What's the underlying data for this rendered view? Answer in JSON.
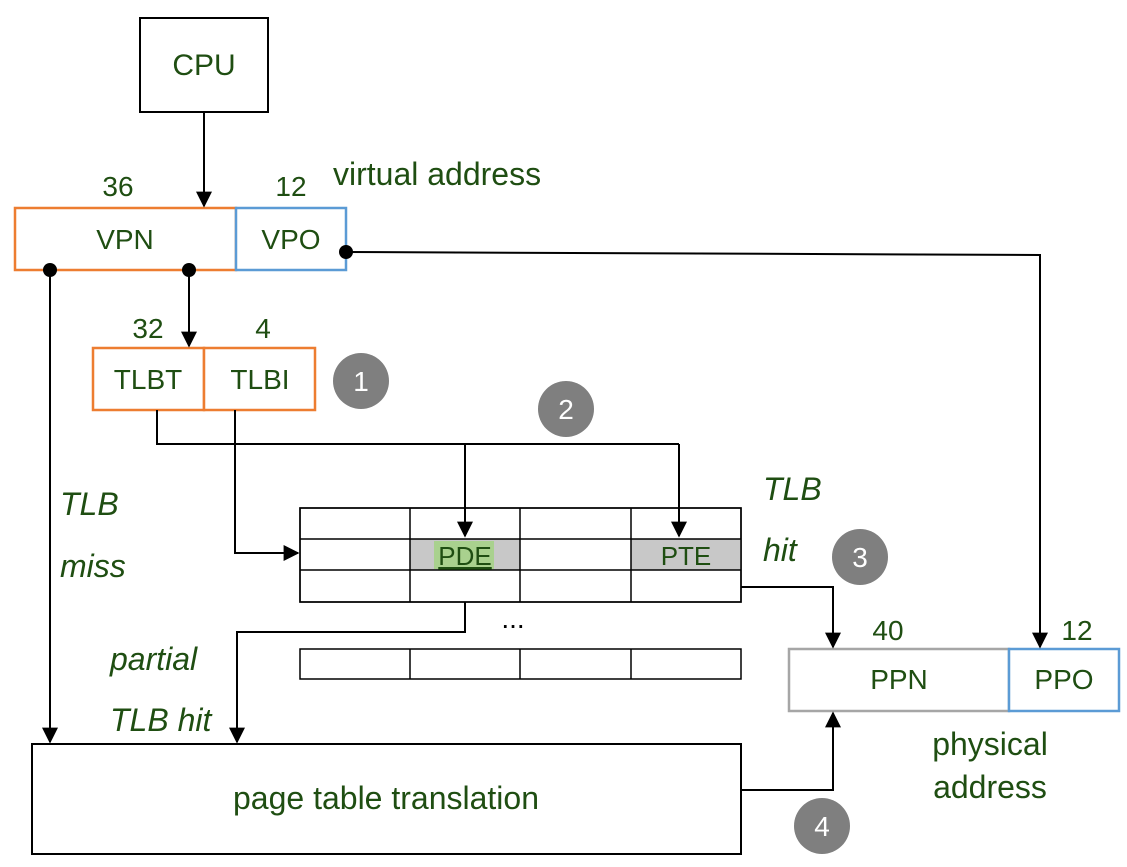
{
  "cpu": "CPU",
  "virtual_address": {
    "label": "virtual address",
    "vpn": {
      "label": "VPN",
      "bits": "36"
    },
    "vpo": {
      "label": "VPO",
      "bits": "12"
    }
  },
  "tlb_index": {
    "tlbt": {
      "label": "TLBT",
      "bits": "32"
    },
    "tlbi": {
      "label": "TLBI",
      "bits": "4"
    }
  },
  "tlb_table": {
    "pde": "PDE",
    "pte": "PTE",
    "ellipsis": "..."
  },
  "labels": {
    "tlb_miss_1": "TLB",
    "tlb_miss_2": "miss",
    "tlb_hit_1": "TLB",
    "tlb_hit_2": "hit",
    "partial_1": "partial",
    "partial_2": "TLB hit"
  },
  "steps": [
    "1",
    "2",
    "3",
    "4"
  ],
  "page_table_translation": "page table translation",
  "physical_address": {
    "label_1": "physical",
    "label_2": "address",
    "ppn": {
      "label": "PPN",
      "bits": "40"
    },
    "ppo": {
      "label": "PPO",
      "bits": "12"
    }
  },
  "colors": {
    "vpn_border": "#ed7d31",
    "vpo_border": "#5b9bd5",
    "ppn_border": "#a6a6a6",
    "text_green": "#1f4e12",
    "badge": "#7f7f7f",
    "cell_highlight": "#c8c8c8",
    "pde_highlight": "#a9d18e"
  }
}
